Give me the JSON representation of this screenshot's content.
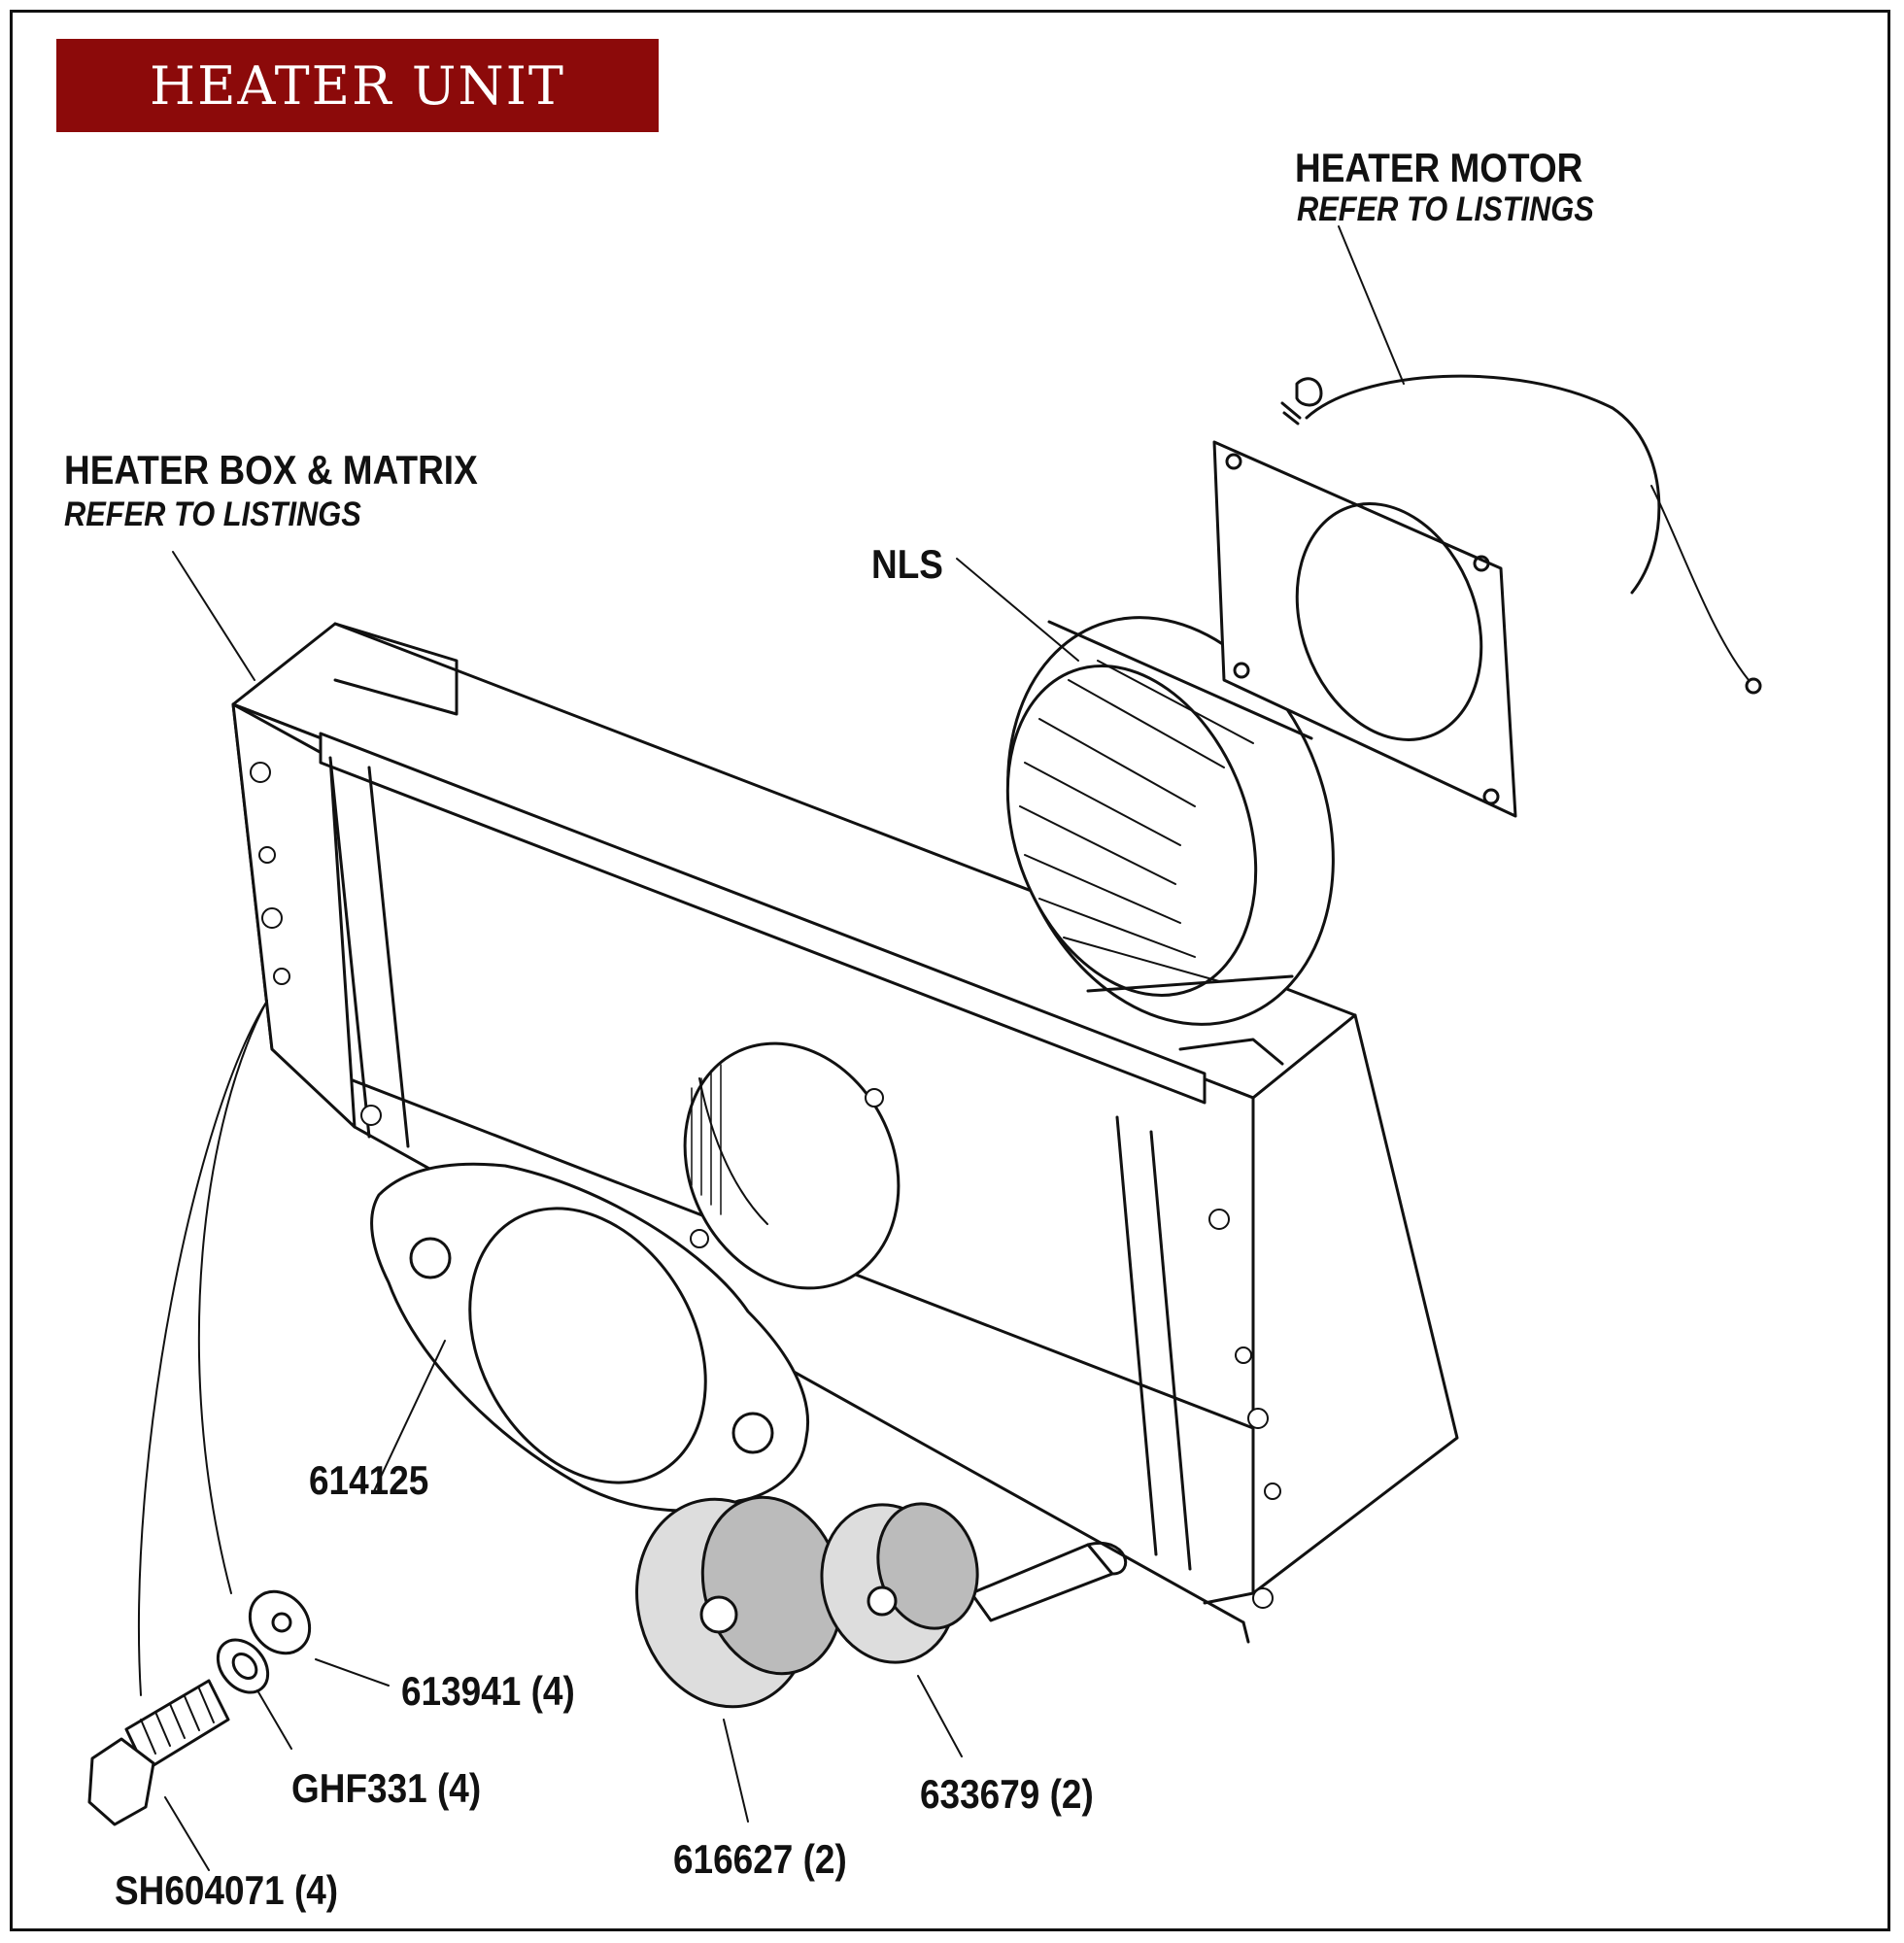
{
  "title": "HEATER UNIT",
  "colors": {
    "banner": "#8c0a0a",
    "ink": "#111111"
  },
  "labels": {
    "heater_motor": {
      "name": "HEATER MOTOR",
      "note": "REFER TO LISTINGS"
    },
    "heater_box": {
      "name": "HEATER BOX & MATRIX",
      "note": "REFER TO LISTINGS"
    },
    "nls": "NLS",
    "gasket": "614125",
    "washer": "613941 (4)",
    "spring_washer": "GHF331 (4)",
    "bolt": "SH604071 (4)",
    "grommet_large": "616627 (2)",
    "grommet_small": "633679 (2)"
  }
}
